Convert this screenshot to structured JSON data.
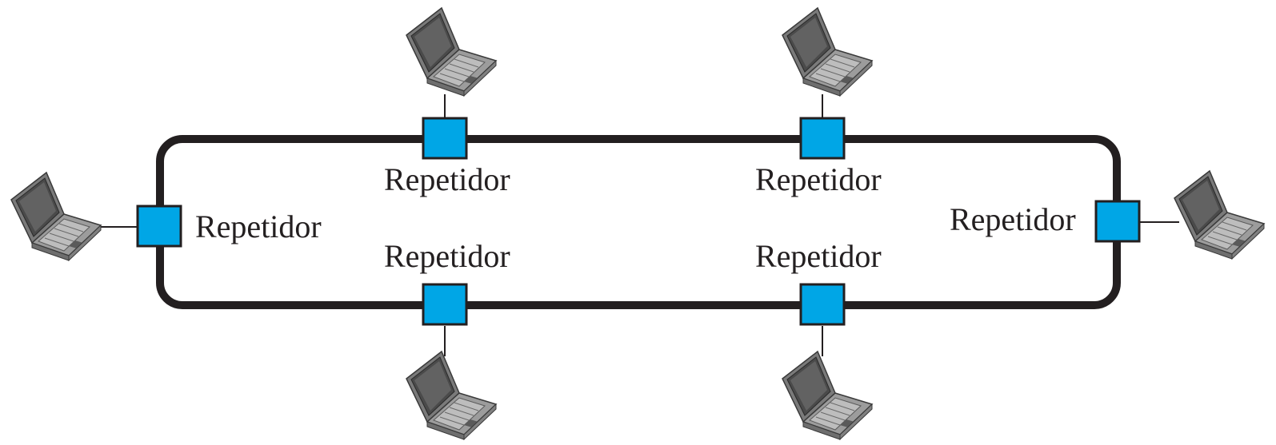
{
  "colors": {
    "ring": "#231f20",
    "repeater_fill": "#00a6e6",
    "laptop_body": "#8a8a8a",
    "laptop_screen": "#555555",
    "background": "#ffffff"
  },
  "repeaters": [
    {
      "id": "top-left",
      "label": "Repetidor"
    },
    {
      "id": "top-right",
      "label": "Repetidor"
    },
    {
      "id": "left",
      "label": "Repetidor"
    },
    {
      "id": "right",
      "label": "Repetidor"
    },
    {
      "id": "bottom-left",
      "label": "Repetidor"
    },
    {
      "id": "bottom-right",
      "label": "Repetidor"
    }
  ],
  "icons": {
    "laptop": "laptop-icon",
    "repeater": "repeater-icon"
  }
}
